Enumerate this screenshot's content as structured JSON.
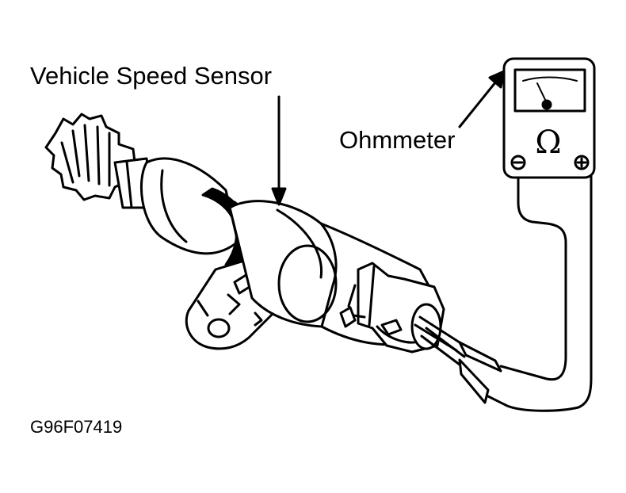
{
  "labels": {
    "sensor": "Vehicle Speed Sensor",
    "ohmmeter": "Ohmmeter",
    "figure_code": "G96F07419"
  },
  "meter": {
    "unit_symbol": "Ω",
    "minus_symbol": "⊖",
    "plus_symbol": "⊕"
  }
}
